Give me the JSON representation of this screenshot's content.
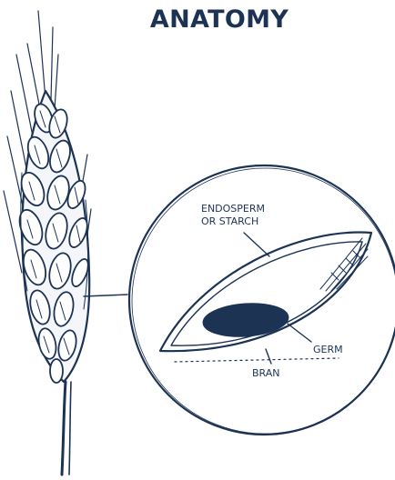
{
  "title": "ANATOMY",
  "labels": {
    "endosperm_line1": "ENDOSPERM",
    "endosperm_line2": "OR STARCH",
    "germ": "GERM",
    "bran": "BRAN"
  },
  "colors": {
    "ink": "#1c3354",
    "background": "#ffffff"
  }
}
